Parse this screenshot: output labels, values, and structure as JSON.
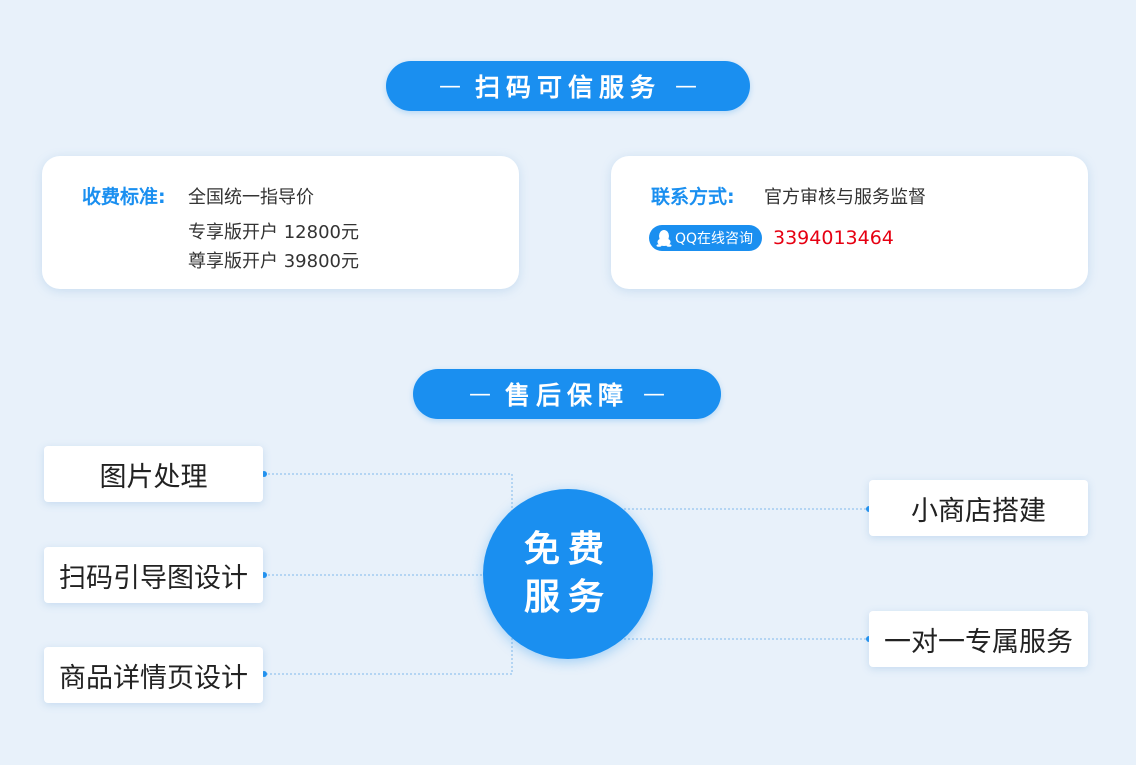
{
  "sections": {
    "scan": {
      "title": "扫码可信服务",
      "dash": "—"
    },
    "after": {
      "title": "售后保障",
      "dash": "—"
    }
  },
  "pricing": {
    "label": "收费标准:",
    "line1": "全国统一指导价",
    "line2": "专享版开户 12800元",
    "line3": "尊享版开户 39800元"
  },
  "contact": {
    "label": "联系方式:",
    "text": "官方审核与服务监督",
    "qq_badge": "QQ在线咨询",
    "qq_icon": "qq-penguin-icon",
    "qq_number": "3394013464",
    "number_color": "#e60012"
  },
  "center": {
    "line1": "免费",
    "line2": "服务"
  },
  "services_left": [
    "图片处理",
    "扫码引导图设计",
    "商品详情页设计"
  ],
  "services_right": [
    "小商店搭建",
    "一对一专属服务"
  ],
  "colors": {
    "accent": "#1a8ff0",
    "background": "#e8f1fa"
  }
}
